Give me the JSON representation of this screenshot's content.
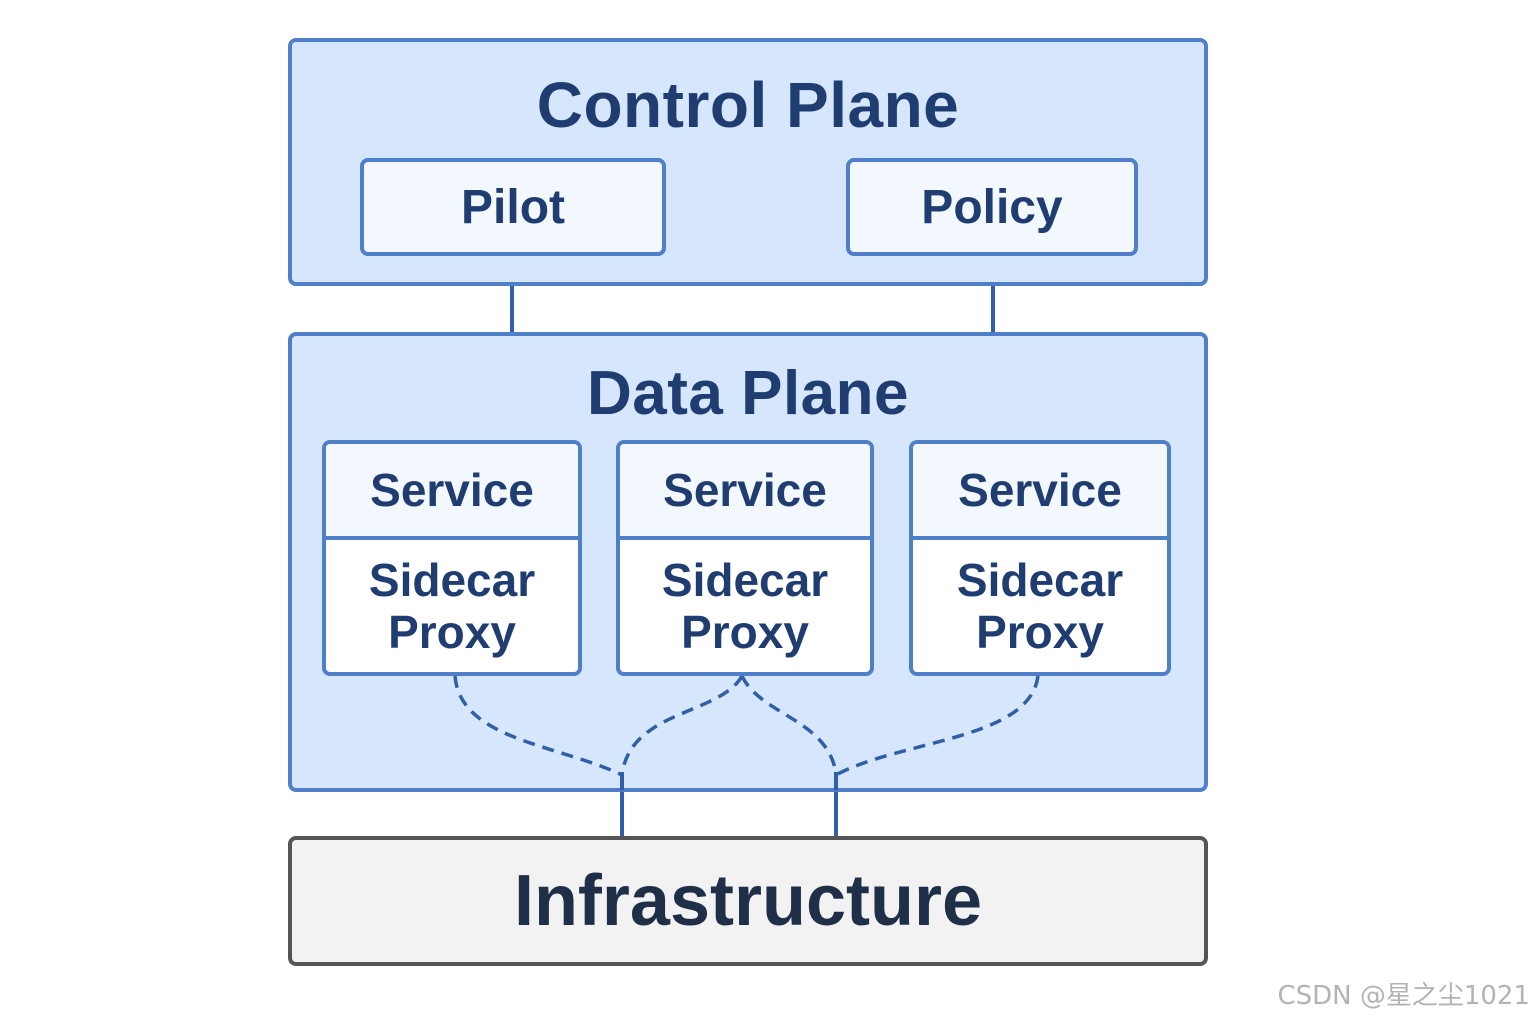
{
  "colors": {
    "plane_fill": "#d6e6fc",
    "plane_border": "#4f7fc9",
    "text_dark_blue": "#203d72",
    "infra_fill": "#f2f2f2",
    "infra_border": "#555555"
  },
  "control_plane": {
    "title": "Control Plane",
    "components": [
      {
        "label": "Pilot"
      },
      {
        "label": "Policy"
      }
    ]
  },
  "data_plane": {
    "title": "Data Plane",
    "services": [
      {
        "service_label": "Service",
        "proxy_line1": "Sidecar",
        "proxy_line2": "Proxy"
      },
      {
        "service_label": "Service",
        "proxy_line1": "Sidecar",
        "proxy_line2": "Proxy"
      },
      {
        "service_label": "Service",
        "proxy_line1": "Sidecar",
        "proxy_line2": "Proxy"
      }
    ]
  },
  "infrastructure": {
    "label": "Infrastructure"
  },
  "watermark": "CSDN @星之尘1021"
}
